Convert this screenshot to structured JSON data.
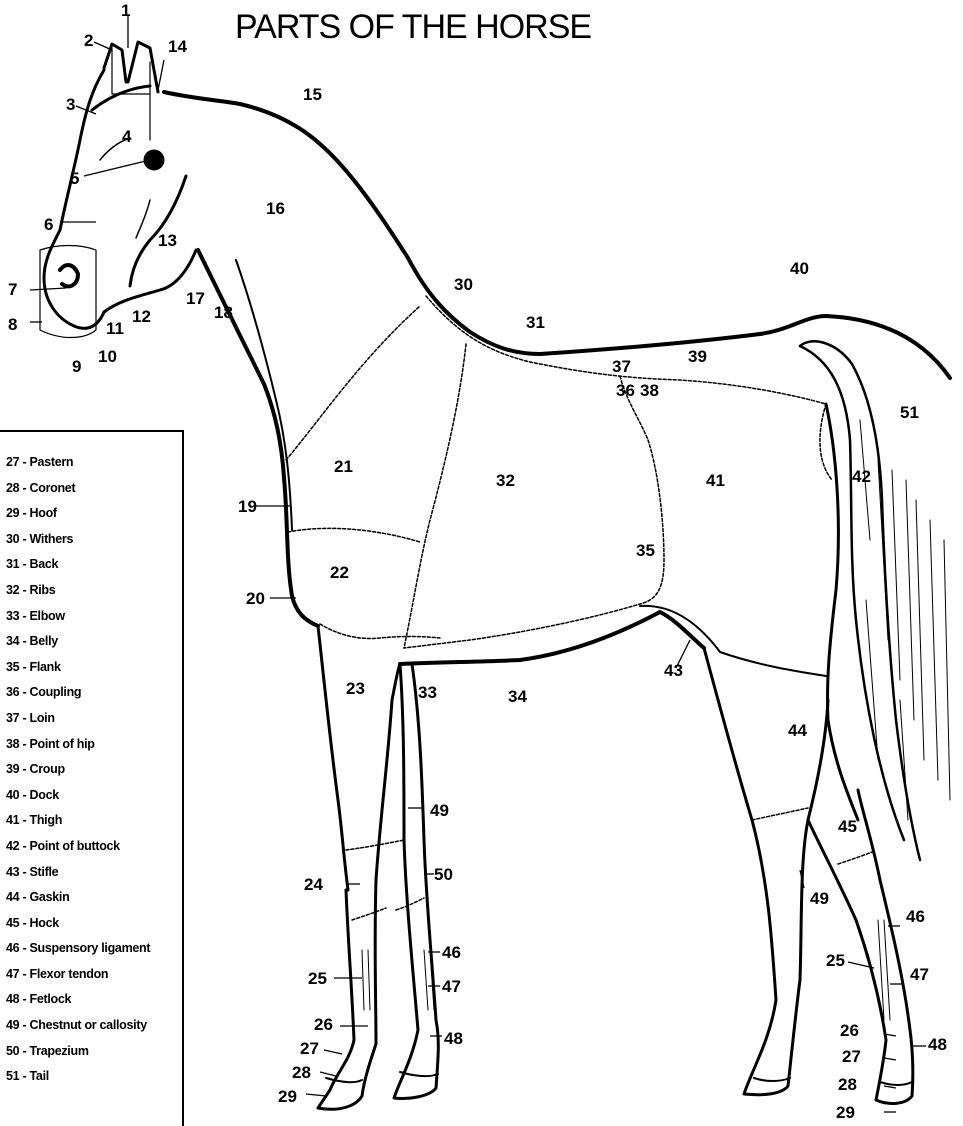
{
  "title": "PARTS OF THE HORSE",
  "legend": [
    "27 - Pastern",
    "28 - Coronet",
    "29 - Hoof",
    "30 - Withers",
    "31 - Back",
    "32 - Ribs",
    "33 - Elbow",
    "34 - Belly",
    "35 - Flank",
    "36 - Coupling",
    "37 - Loin",
    "38 - Point of hip",
    "39 - Croup",
    "40 - Dock",
    "41 - Thigh",
    "42 - Point of buttock",
    "43 - Stifle",
    "44 - Gaskin",
    "45 - Hock",
    "46 - Suspensory ligament",
    "47 - Flexor tendon",
    "48 - Fetlock",
    "49 - Chestnut or callosity",
    "50 - Trapezium",
    "51 - Tail"
  ],
  "numbers": [
    "1",
    "2",
    "3",
    "4",
    "5",
    "6",
    "7",
    "8",
    "9",
    "10",
    "11",
    "12",
    "13",
    "14",
    "15",
    "16",
    "17",
    "18",
    "19",
    "20",
    "21",
    "22",
    "23",
    "24",
    "25",
    "26",
    "27",
    "28",
    "29",
    "30",
    "31",
    "32",
    "33",
    "34",
    "35",
    "36",
    "37",
    "38",
    "39",
    "40",
    "41",
    "42",
    "43",
    "44",
    "45",
    "46",
    "47",
    "48",
    "49",
    "50",
    "51"
  ],
  "repeat_numbers": [
    "49",
    "25",
    "26",
    "27",
    "28",
    "29",
    "46",
    "47",
    "48"
  ]
}
